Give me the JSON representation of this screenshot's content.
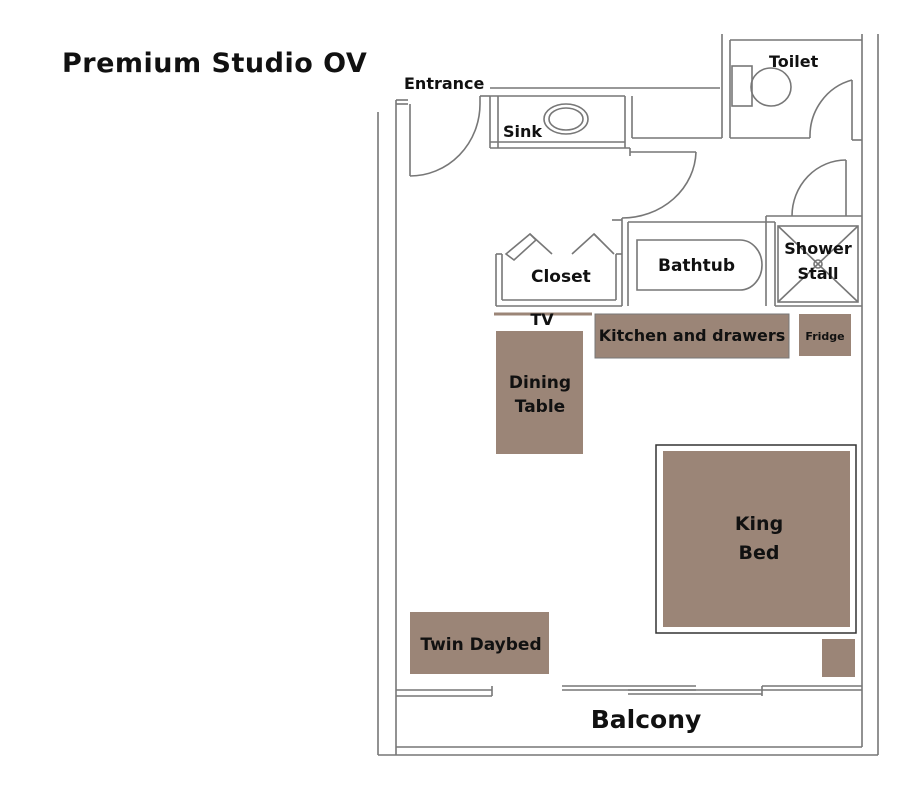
{
  "title": "Premium Studio OV",
  "colors": {
    "wall": "#777777",
    "furniture": "#9b8577",
    "background": "#ffffff"
  },
  "labels": {
    "entrance": "Entrance",
    "toilet": "Toilet",
    "sink": "Sink",
    "closet": "Closet",
    "bathtub": "Bathtub",
    "shower_line1": "Shower",
    "shower_line2": "Stall",
    "tv": "TV",
    "kitchen": "Kitchen and drawers",
    "fridge": "Fridge",
    "dining_line1": "Dining",
    "dining_line2": "Table",
    "king_line1": "King",
    "king_line2": "Bed",
    "twin_daybed": "Twin Daybed",
    "balcony": "Balcony"
  }
}
